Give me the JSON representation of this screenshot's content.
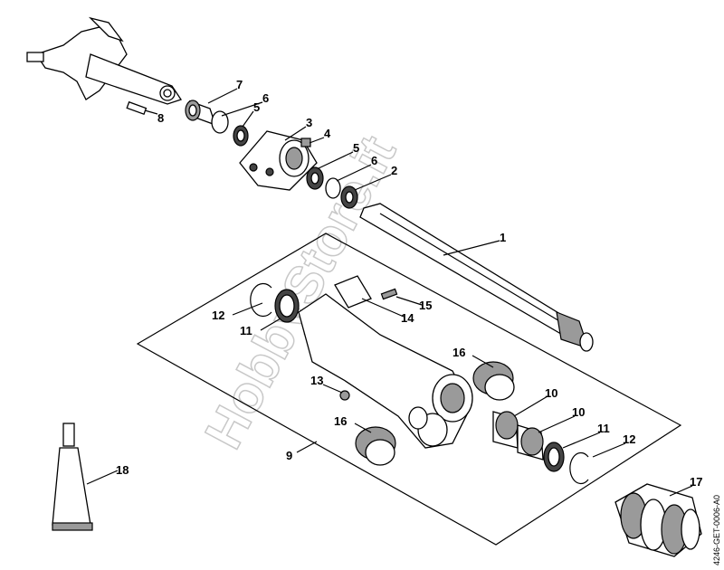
{
  "watermark": "HobbyStore.it",
  "drawing_code": "4246-GET-0006-A0",
  "callouts": [
    {
      "id": "c7",
      "label": "7"
    },
    {
      "id": "c6a",
      "label": "6"
    },
    {
      "id": "c5a",
      "label": "5"
    },
    {
      "id": "c8",
      "label": "8"
    },
    {
      "id": "c3",
      "label": "3"
    },
    {
      "id": "c4",
      "label": "4"
    },
    {
      "id": "c5b",
      "label": "5"
    },
    {
      "id": "c6b",
      "label": "6"
    },
    {
      "id": "c2",
      "label": "2"
    },
    {
      "id": "c1",
      "label": "1"
    },
    {
      "id": "c15",
      "label": "15"
    },
    {
      "id": "c12a",
      "label": "12"
    },
    {
      "id": "c14",
      "label": "14"
    },
    {
      "id": "c11a",
      "label": "11"
    },
    {
      "id": "c16a",
      "label": "16"
    },
    {
      "id": "c13",
      "label": "13"
    },
    {
      "id": "c10a",
      "label": "10"
    },
    {
      "id": "c16b",
      "label": "16"
    },
    {
      "id": "c10b",
      "label": "10"
    },
    {
      "id": "c11b",
      "label": "11"
    },
    {
      "id": "c12b",
      "label": "12"
    },
    {
      "id": "c9",
      "label": "9"
    },
    {
      "id": "c18",
      "label": "18"
    },
    {
      "id": "c17",
      "label": "17"
    }
  ]
}
